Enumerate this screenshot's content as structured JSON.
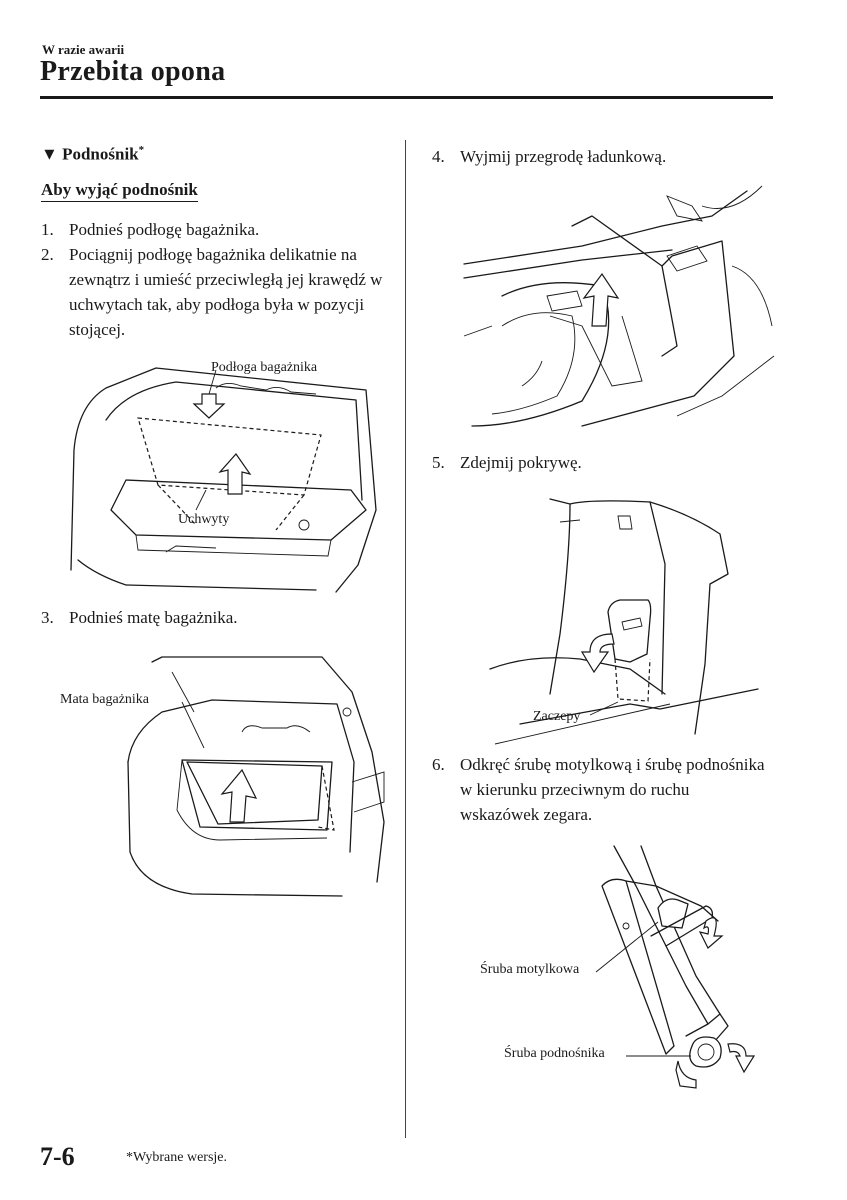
{
  "header": {
    "section": "W razie awarii",
    "title": "Przebita opona"
  },
  "left": {
    "heading": "▼ Podnośnik",
    "heading_mark": "*",
    "subheading": "Aby wyjąć podnośnik",
    "steps": [
      {
        "num": "1.",
        "text": "Podnieś podłogę bagażnika."
      },
      {
        "num": "2.",
        "text": "Pociągnij podłogę bagażnika delikatnie na zewnątrz i umieść przeciwległą jej krawędź w uchwytach tak, aby podłoga była w pozycji stojącej."
      },
      {
        "num": "3.",
        "text": "Podnieś matę bagażnika."
      }
    ],
    "fig1_labels": {
      "floor": "Podłoga bagażnika",
      "holders": "Uchwyty"
    },
    "fig2_labels": {
      "mat": "Mata bagażnika"
    }
  },
  "right": {
    "steps": [
      {
        "num": "4.",
        "text": "Wyjmij przegrodę ładunkową."
      },
      {
        "num": "5.",
        "text": "Zdejmij pokrywę."
      },
      {
        "num": "6.",
        "text": "Odkręć śrubę motylkową i śrubę podnośnika w kierunku przeciwnym do ruchu wskazówek zegara."
      }
    ],
    "fig4_labels": {
      "clips": "Zaczepy"
    },
    "fig5_labels": {
      "wing_bolt": "Śruba motylkowa",
      "jack_bolt": "Śruba podnośnika"
    }
  },
  "footer": {
    "page": "7-6",
    "note": "*Wybrane wersje."
  }
}
